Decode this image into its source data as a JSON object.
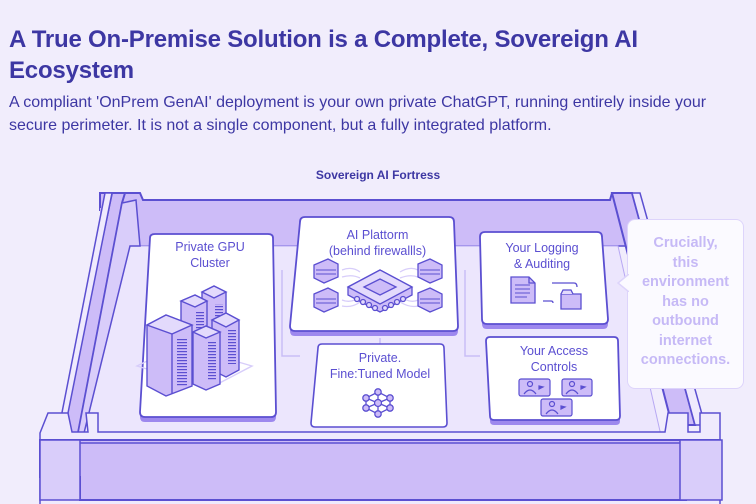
{
  "header": {
    "title": "A True On-Premise Solution is a Complete, Sovereign AI Ecosystem",
    "subtitle": "A compliant 'OnPrem GenAI' deployment is your own private ChatGPT, running entirely inside your secure perimeter. It is not a single component, but a fully integrated platform."
  },
  "diagram": {
    "label": "Sovereign AI Fortress",
    "components": [
      {
        "id": "gpu",
        "label_line1": "Private GPU",
        "label_line2": "Cluster",
        "icon": "server-rack-icon"
      },
      {
        "id": "platform",
        "label_line1": "AI Plattorm",
        "label_line2": "(behind firewallls)",
        "icon": "chip-with-firewalls-icon"
      },
      {
        "id": "model",
        "label_line1": "Private.",
        "label_line2": "Fine:Tuned Model",
        "icon": "neural-network-icon"
      },
      {
        "id": "logging",
        "label_line1": "Your Logging",
        "label_line2": "& Auditing",
        "icon": "document-folder-icon"
      },
      {
        "id": "access",
        "label_line1": "Your Access",
        "label_line2": "Controls",
        "icon": "user-badge-icon"
      }
    ],
    "callout": "Crucially,\nthis\nenvironment\nhas no\noutbound\ninternet\nconnections."
  },
  "colors": {
    "accent": "#3d37a3",
    "stroke": "#5b4fd1",
    "fill": "#cdbcf8",
    "callout_text": "#c6b9f6",
    "background": "#f1edfc"
  }
}
